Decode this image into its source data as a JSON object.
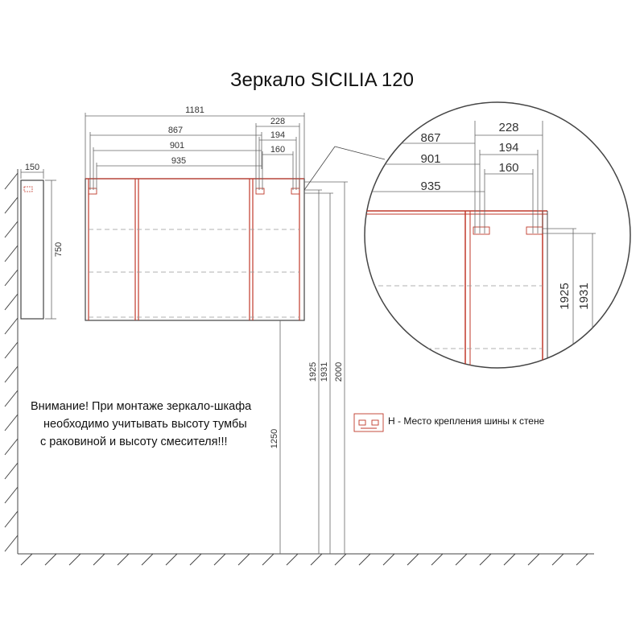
{
  "title": "Зеркало SICILIA 120",
  "warning": {
    "line1": "Внимание! При монтаже зеркало-шкафа",
    "line2": "необходимо учитывать высоту  тумбы",
    "line3": "с раковиной и высоту смесителя!!!"
  },
  "legend": {
    "text": "H - Место крепления шины к стене"
  },
  "dimensions": {
    "total_width": "1181",
    "d867": "867",
    "d901": "901",
    "d935": "935",
    "d228": "228",
    "d194": "194",
    "d160": "160",
    "depth": "150",
    "height": "750",
    "h1925": "1925",
    "h1931": "1931",
    "h2000": "2000",
    "h1250": "1250"
  },
  "detail_dimensions": {
    "d867": "867",
    "d901": "901",
    "d935": "935",
    "d228": "228",
    "d194": "194",
    "d160": "160",
    "h1925": "1925",
    "h1931": "1931"
  },
  "colors": {
    "line": "#444444",
    "dim_line": "#666666",
    "red": "#c0392b",
    "dash": "#999999"
  }
}
